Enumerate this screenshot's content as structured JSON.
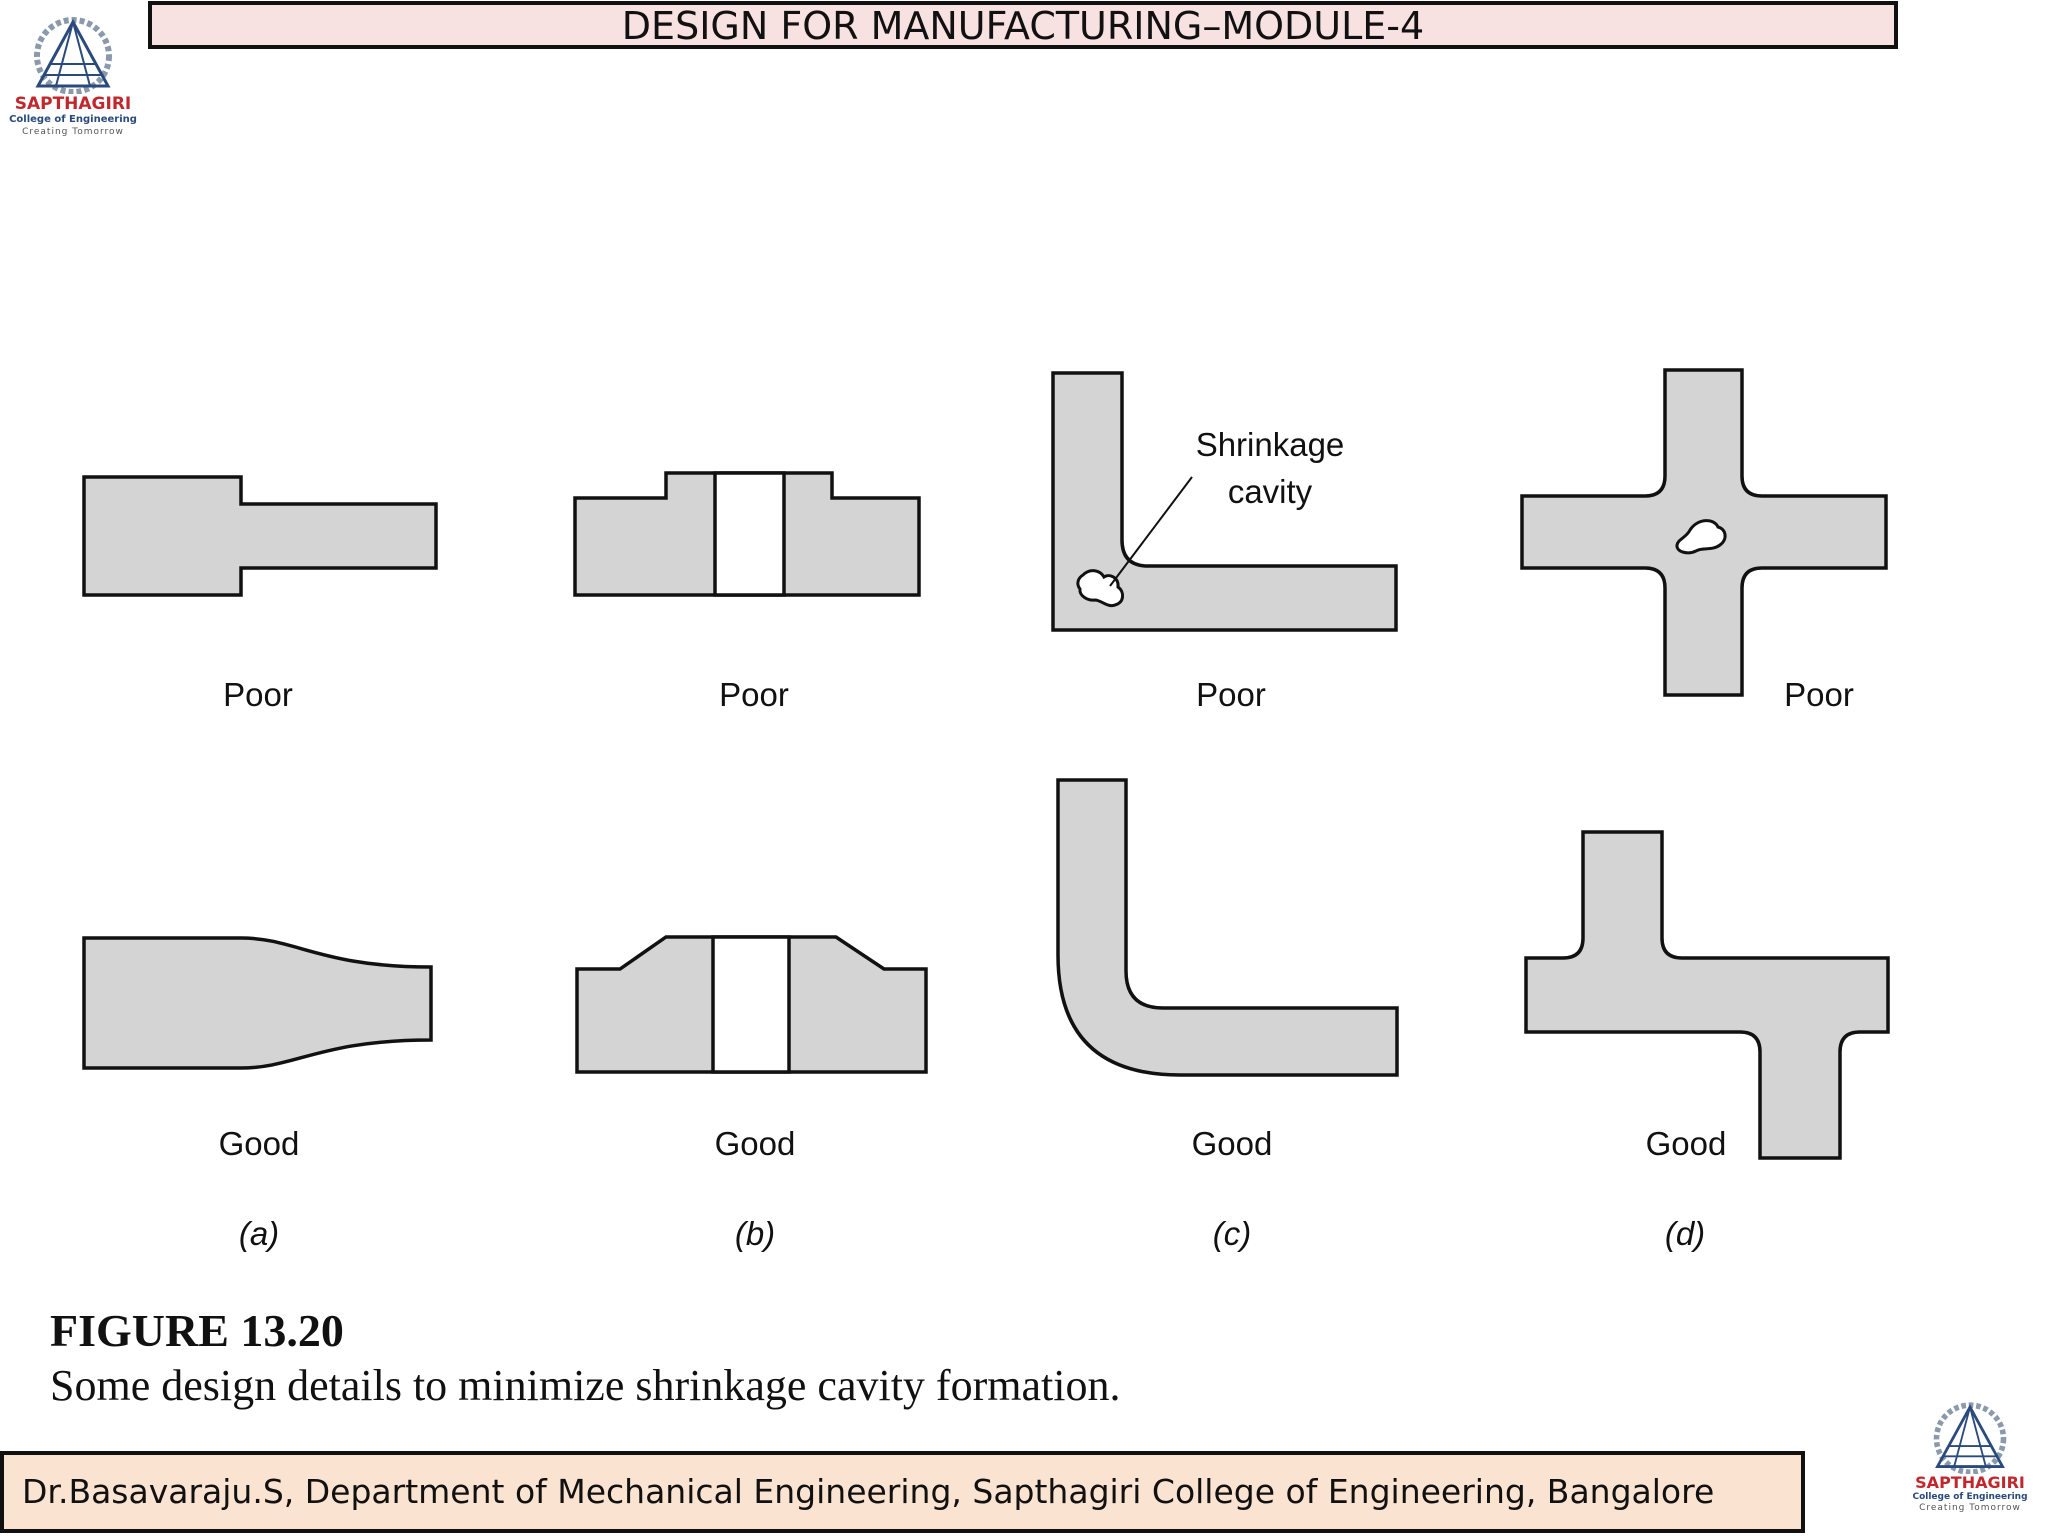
{
  "header": {
    "title": "DESIGN FOR MANUFACTURING–MODULE-4"
  },
  "logo": {
    "name": "SAPTHAGIRI",
    "subtitle": "College of Engineering",
    "tagline": "Creating Tomorrow"
  },
  "figure": {
    "annotation_line1": "Shrinkage",
    "annotation_line2": "cavity",
    "rows": {
      "top": "Poor",
      "bottom": "Good"
    },
    "panels": [
      {
        "id": "a",
        "label": "(a)",
        "top": "Poor",
        "bottom": "Good"
      },
      {
        "id": "b",
        "label": "(b)",
        "top": "Poor",
        "bottom": "Good"
      },
      {
        "id": "c",
        "label": "(c)",
        "top": "Poor",
        "bottom": "Good"
      },
      {
        "id": "d",
        "label": "(d)",
        "top": "Poor",
        "bottom": "Good"
      }
    ],
    "title": "FIGURE 13.20",
    "caption": "Some design details to minimize shrinkage cavity formation."
  },
  "footer": {
    "text": "Dr.Basavaraju.S, Department of Mechanical Engineering,  Sapthagiri College of Engineering, Bangalore"
  },
  "colors": {
    "fill": "#d4d4d4",
    "stroke": "#111111",
    "title_bg": "#f8e1e1",
    "footer_bg": "#fbe3d2",
    "logo_red": "#c0282d",
    "logo_blue": "#2a4a7c"
  }
}
